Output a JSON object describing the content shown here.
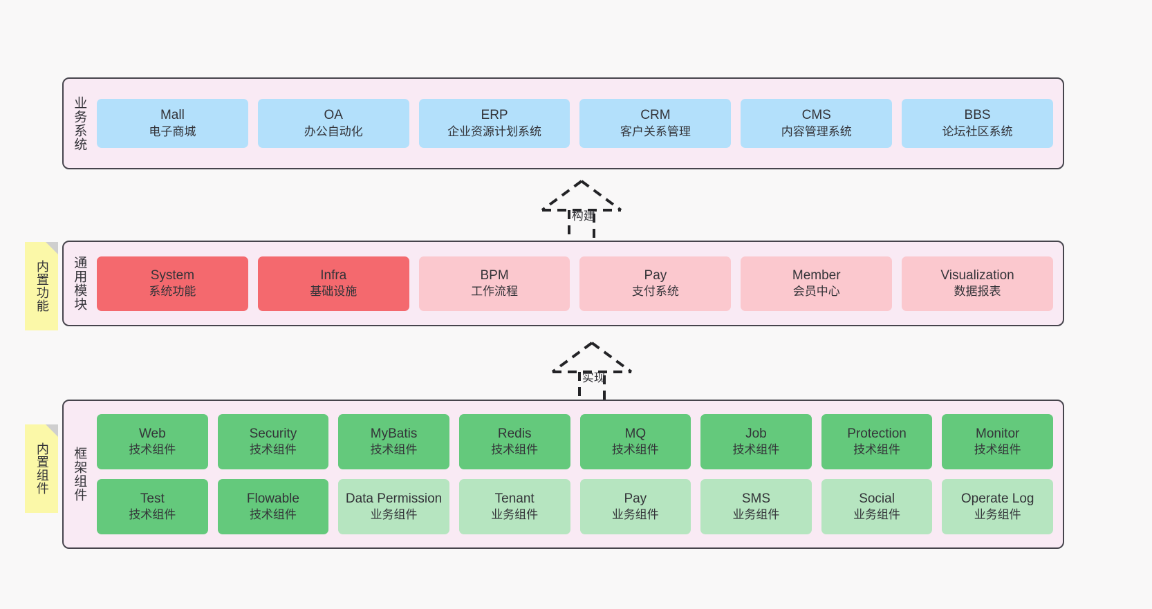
{
  "diagram": {
    "background_color": "#f9f8f8",
    "panel_color": "#f9eaf4",
    "panel_border_color": "#46444c"
  },
  "layers": [
    {
      "id": "business-system",
      "title": "业务系统",
      "card_color": "#b3e0fb",
      "rows": [
        {
          "cards": [
            {
              "en": "Mall",
              "cn": "电子商城",
              "style": "blue"
            },
            {
              "en": "OA",
              "cn": "办公自动化",
              "style": "blue"
            },
            {
              "en": "ERP",
              "cn": "企业资源计划系统",
              "style": "blue"
            },
            {
              "en": "CRM",
              "cn": "客户关系管理",
              "style": "blue"
            },
            {
              "en": "CMS",
              "cn": "内容管理系统",
              "style": "blue"
            },
            {
              "en": "BBS",
              "cn": "论坛社区系统",
              "style": "blue"
            }
          ]
        }
      ]
    },
    {
      "id": "common-module",
      "title": "通用模块",
      "rows": [
        {
          "cards": [
            {
              "en": "System",
              "cn": "系统功能",
              "style": "red"
            },
            {
              "en": "Infra",
              "cn": "基础设施",
              "style": "red"
            },
            {
              "en": "BPM",
              "cn": "工作流程",
              "style": "pink"
            },
            {
              "en": "Pay",
              "cn": "支付系统",
              "style": "pink"
            },
            {
              "en": "Member",
              "cn": "会员中心",
              "style": "pink"
            },
            {
              "en": "Visualization",
              "cn": "数据报表",
              "style": "pink"
            }
          ]
        }
      ]
    },
    {
      "id": "framework-component",
      "title": "框架组件",
      "rows": [
        {
          "cards": [
            {
              "en": "Web",
              "cn": "技术组件",
              "style": "green"
            },
            {
              "en": "Security",
              "cn": "技术组件",
              "style": "green"
            },
            {
              "en": "MyBatis",
              "cn": "技术组件",
              "style": "green"
            },
            {
              "en": "Redis",
              "cn": "技术组件",
              "style": "green"
            },
            {
              "en": "MQ",
              "cn": "技术组件",
              "style": "green"
            },
            {
              "en": "Job",
              "cn": "技术组件",
              "style": "green"
            },
            {
              "en": "Protection",
              "cn": "技术组件",
              "style": "green"
            },
            {
              "en": "Monitor",
              "cn": "技术组件",
              "style": "green"
            }
          ]
        },
        {
          "cards": [
            {
              "en": "Test",
              "cn": "技术组件",
              "style": "green"
            },
            {
              "en": "Flowable",
              "cn": "技术组件",
              "style": "green"
            },
            {
              "en": "Data Permission",
              "cn": "业务组件",
              "style": "lightgreen"
            },
            {
              "en": "Tenant",
              "cn": "业务组件",
              "style": "lightgreen"
            },
            {
              "en": "Pay",
              "cn": "业务组件",
              "style": "lightgreen"
            },
            {
              "en": "SMS",
              "cn": "业务组件",
              "style": "lightgreen"
            },
            {
              "en": "Social",
              "cn": "业务组件",
              "style": "lightgreen"
            },
            {
              "en": "Operate Log",
              "cn": "业务组件",
              "style": "lightgreen"
            }
          ]
        }
      ]
    }
  ],
  "sticky_notes": [
    {
      "id": "built-in-function",
      "label": "内置功能",
      "color": "#fbf8a8"
    },
    {
      "id": "built-in-component",
      "label": "内置组件",
      "color": "#fbf8a8"
    }
  ],
  "connectors": [
    {
      "id": "build",
      "label": "构建",
      "style": "dashed-hollow-triangle",
      "direction": "up"
    },
    {
      "id": "realize",
      "label": "实现",
      "style": "dashed-hollow-triangle",
      "direction": "up"
    }
  ]
}
